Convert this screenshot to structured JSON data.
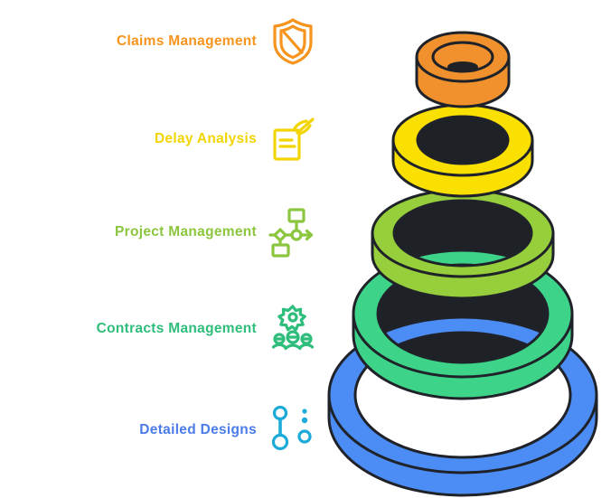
{
  "background": "#FFFFFF",
  "outline_color": "#1F2329",
  "hole_shadow_color": "#1E2126",
  "diagram_type": "stacked-ring-pyramid-infographic",
  "layers": [
    {
      "label": "Claims Management",
      "text_color": "#F7941E",
      "icon": "shield-icon",
      "icon_color": "#F7941E",
      "ring_color": "#F0912D"
    },
    {
      "label": "Delay Analysis",
      "text_color": "#F2D500",
      "icon": "document-hand-icon",
      "icon_color": "#F2D500",
      "ring_color": "#FAE000"
    },
    {
      "label": "Project Management",
      "text_color": "#8CC63F",
      "icon": "flowchart-icon",
      "icon_color": "#8CC63F",
      "ring_color": "#97CE3B"
    },
    {
      "label": "Contracts Management",
      "text_color": "#2EBD7B",
      "icon": "team-gear-icon",
      "icon_color": "#2EBD7B",
      "ring_color": "#3DD389"
    },
    {
      "label": "Detailed Designs",
      "text_color": "#4A7BE8",
      "icon": "route-icon",
      "icon_color": "#1CAAD9",
      "ring_color": "#4C8DF5"
    }
  ]
}
